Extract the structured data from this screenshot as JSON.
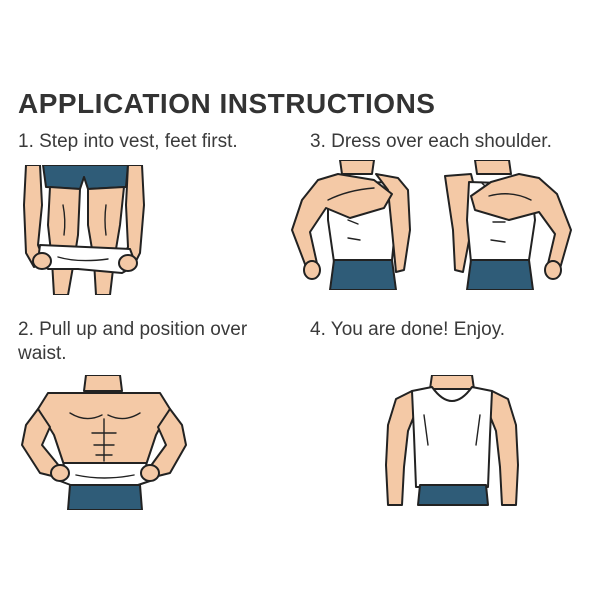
{
  "title": "APPLICATION INSTRUCTIONS",
  "steps": {
    "step1": "1. Step into vest, feet first.",
    "step2": "2. Pull up and position over waist.",
    "step3": "3. Dress over each shoulder.",
    "step4": "4. You are done! Enjoy."
  },
  "colors": {
    "skin": "#f4c9a6",
    "pants": "#2f5c78",
    "vest": "#ffffff",
    "outline": "#222222",
    "text": "#3a3a3a"
  }
}
